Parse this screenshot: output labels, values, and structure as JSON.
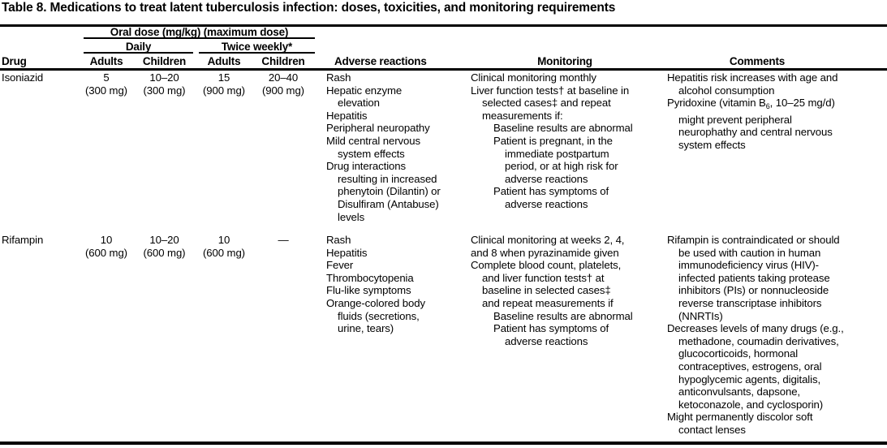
{
  "title": "Table 8. Medications to treat latent tuberculosis infection: doses, toxicities, and monitoring requirements",
  "header": {
    "oral_dose": "Oral dose (mg/kg) (maximum dose)",
    "daily": "Daily",
    "twice_weekly": "Twice weekly*",
    "drug": "Drug",
    "daily_adults": "Adults",
    "daily_children": "Children",
    "twice_adults": "Adults",
    "twice_children": "Children",
    "adverse_reactions": "Adverse reactions",
    "monitoring": "Monitoring",
    "comments": "Comments"
  },
  "rows": [
    {
      "drug": "Isoniazid",
      "daily_adults": [
        "5",
        "(300 mg)"
      ],
      "daily_children": [
        "10–20",
        "(300 mg)"
      ],
      "twice_adults": [
        "15",
        "(900 mg)"
      ],
      "twice_children": [
        "20–40",
        "(900 mg)"
      ],
      "adverse_reactions": [
        {
          "text": "Rash",
          "indent": 0
        },
        {
          "text": "Hepatic enzyme",
          "indent": 0
        },
        {
          "text": "elevation",
          "indent": 1
        },
        {
          "text": "Hepatitis",
          "indent": 0
        },
        {
          "text": "Peripheral neuropathy",
          "indent": 0
        },
        {
          "text": "Mild central nervous",
          "indent": 0
        },
        {
          "text": "system effects",
          "indent": 1
        },
        {
          "text": "Drug interactions",
          "indent": 0
        },
        {
          "text": "resulting in increased",
          "indent": 1
        },
        {
          "text": "phenytoin (Dilantin) or",
          "indent": 1
        },
        {
          "text": "Disulfiram (Antabuse)",
          "indent": 1
        },
        {
          "text": "levels",
          "indent": 1
        }
      ],
      "monitoring": [
        {
          "text": "Clinical monitoring monthly",
          "indent": 0
        },
        {
          "text": "Liver function tests† at baseline in",
          "indent": 0
        },
        {
          "text": "selected cases‡ and repeat",
          "indent": 1
        },
        {
          "text": "measurements if:",
          "indent": 1
        },
        {
          "text": "Baseline results are abnormal",
          "indent": 2
        },
        {
          "text": "Patient is pregnant, in the",
          "indent": 2
        },
        {
          "text": "immediate postpartum",
          "indent": 3
        },
        {
          "text": "period, or at high risk for",
          "indent": 3
        },
        {
          "text": "adverse reactions",
          "indent": 3
        },
        {
          "text": "Patient has symptoms of",
          "indent": 2
        },
        {
          "text": "adverse reactions",
          "indent": 3
        }
      ],
      "comments": [
        {
          "text": "Hepatitis risk increases with age and",
          "indent": 0
        },
        {
          "text": "alcohol consumption",
          "indent": 1
        },
        {
          "text": "Pyridoxine (vitamin B6, 10–25 mg/d)",
          "indent": 0,
          "subscript": true
        },
        {
          "text": "might prevent peripheral",
          "indent": 1
        },
        {
          "text": "neurophathy and central nervous",
          "indent": 1
        },
        {
          "text": "system effects",
          "indent": 1
        }
      ]
    },
    {
      "drug": "Rifampin",
      "daily_adults": [
        "10",
        "(600 mg)"
      ],
      "daily_children": [
        "10–20",
        "(600 mg)"
      ],
      "twice_adults": [
        "10",
        "(600 mg)"
      ],
      "twice_children": [
        "—",
        ""
      ],
      "adverse_reactions": [
        {
          "text": "Rash",
          "indent": 0
        },
        {
          "text": "Hepatitis",
          "indent": 0
        },
        {
          "text": "Fever",
          "indent": 0
        },
        {
          "text": "Thrombocytopenia",
          "indent": 0
        },
        {
          "text": "Flu-like symptoms",
          "indent": 0
        },
        {
          "text": "Orange-colored body",
          "indent": 0
        },
        {
          "text": "fluids (secretions,",
          "indent": 1
        },
        {
          "text": "urine, tears)",
          "indent": 1
        }
      ],
      "monitoring": [
        {
          "text": "Clinical monitoring at weeks 2, 4,",
          "indent": 0
        },
        {
          "text": "and 8 when pyrazinamide given",
          "indent": 0
        },
        {
          "text": "Complete blood count, platelets,",
          "indent": 0
        },
        {
          "text": "and liver function tests† at",
          "indent": 1
        },
        {
          "text": "baseline in selected cases‡",
          "indent": 1
        },
        {
          "text": "and repeat measurements if",
          "indent": 1
        },
        {
          "text": "Baseline results are abnormal",
          "indent": 2
        },
        {
          "text": "Patient has symptoms of",
          "indent": 2
        },
        {
          "text": "adverse reactions",
          "indent": 3
        }
      ],
      "comments": [
        {
          "text": "Rifampin is contraindicated or should",
          "indent": 0
        },
        {
          "text": "be used with caution in human",
          "indent": 1
        },
        {
          "text": "immunodeficiency virus (HIV)-",
          "indent": 1
        },
        {
          "text": "infected patients taking protease",
          "indent": 1
        },
        {
          "text": "inhibitors (PIs) or nonnucleoside",
          "indent": 1
        },
        {
          "text": "reverse transcriptase inhibitors",
          "indent": 1
        },
        {
          "text": "(NNRTIs)",
          "indent": 1
        },
        {
          "text": "Decreases levels of many drugs (e.g.,",
          "indent": 0
        },
        {
          "text": "methadone, coumadin derivatives,",
          "indent": 1
        },
        {
          "text": "glucocorticoids, hormonal",
          "indent": 1
        },
        {
          "text": "contraceptives, estrogens, oral",
          "indent": 1
        },
        {
          "text": "hypoglycemic agents, digitalis,",
          "indent": 1
        },
        {
          "text": "anticonvulsants, dapsone,",
          "indent": 1
        },
        {
          "text": "ketoconazole, and cyclosporin)",
          "indent": 1
        },
        {
          "text": "Might permanently discolor soft",
          "indent": 0
        },
        {
          "text": "contact lenses",
          "indent": 1
        }
      ]
    }
  ]
}
